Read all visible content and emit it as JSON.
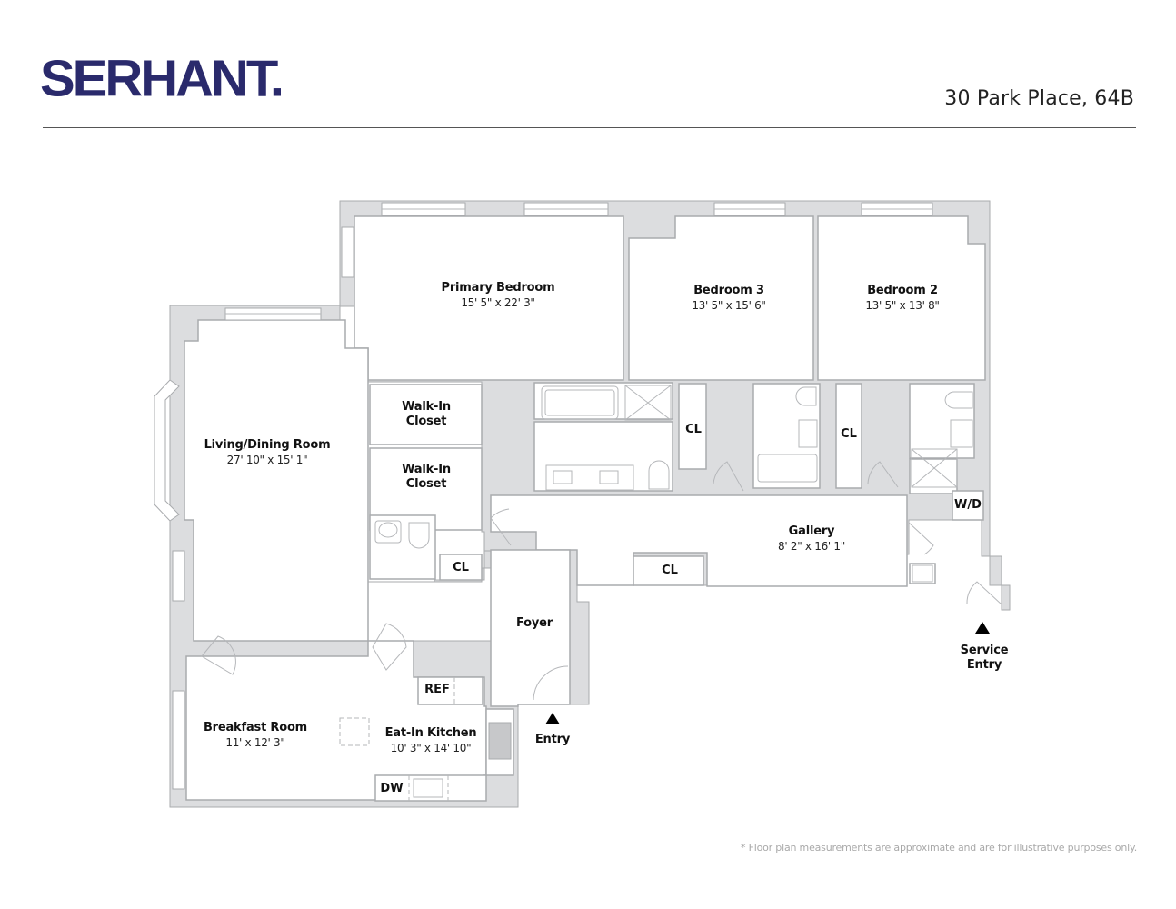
{
  "header": {
    "brand": "SERHANT.",
    "address": "30 Park Place, 64B"
  },
  "colors": {
    "brand": "#2a2a6c",
    "wall_fill": "#dcdddf",
    "wall_stroke": "#a9abae",
    "text": "#111111",
    "disclaimer": "#a9a9a9"
  },
  "rooms": {
    "primary_bedroom": {
      "name": "Primary Bedroom",
      "dims": "15' 5\" x 22' 3\""
    },
    "bedroom_3": {
      "name": "Bedroom 3",
      "dims": "13' 5\" x 15' 6\""
    },
    "bedroom_2": {
      "name": "Bedroom 2",
      "dims": "13' 5\" x 13' 8\""
    },
    "living_dining": {
      "name": "Living/Dining Room",
      "dims": "27' 10\" x 15' 1\""
    },
    "walk_in_closet_1": {
      "name": "Walk-In Closet"
    },
    "walk_in_closet_2": {
      "name": "Walk-In Closet"
    },
    "gallery": {
      "name": "Gallery",
      "dims": "8' 2\" x 16' 1\""
    },
    "foyer": {
      "name": "Foyer"
    },
    "breakfast_room": {
      "name": "Breakfast Room",
      "dims": "11' x 12' 3\""
    },
    "eat_in_kitchen": {
      "name": "Eat-In Kitchen",
      "dims": "10' 3\" x 14' 10\""
    }
  },
  "fixtures": {
    "cl_primary": "CL",
    "cl_bedroom3": "CL",
    "cl_powder": "CL",
    "cl_gallery": "CL",
    "wd": "W/D",
    "ref": "REF",
    "dw": "DW"
  },
  "entries": {
    "main": "Entry",
    "service_line1": "Service",
    "service_line2": "Entry"
  },
  "footer": {
    "disclaimer": "* Floor plan measurements are approximate and are for illustrative purposes only."
  }
}
